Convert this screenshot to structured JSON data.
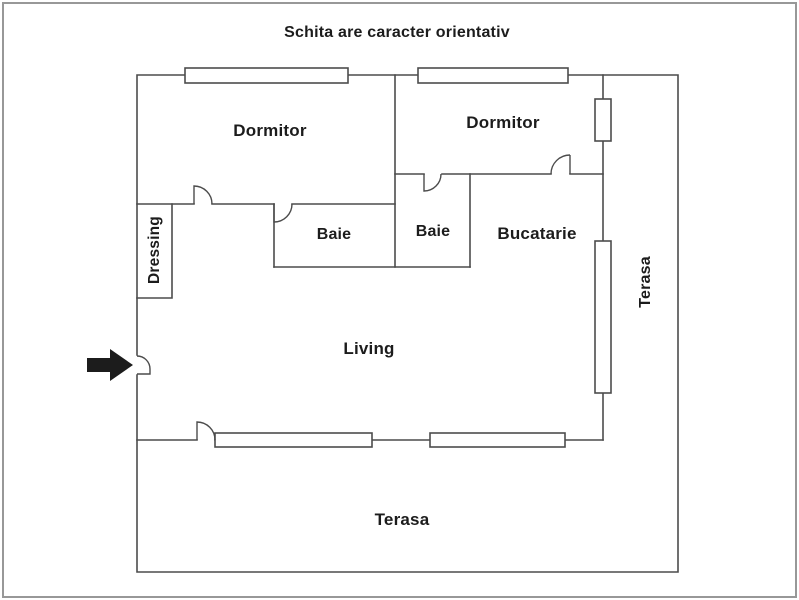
{
  "title": "Schita are caracter orientativ",
  "rooms": {
    "dormitor_left": {
      "label": "Dormitor"
    },
    "dormitor_right": {
      "label": "Dormitor"
    },
    "baie_left": {
      "label": "Baie"
    },
    "baie_right": {
      "label": "Baie"
    },
    "bucatarie": {
      "label": "Bucatarie"
    },
    "living": {
      "label": "Living"
    },
    "dressing": {
      "label": "Dressing"
    },
    "terasa_right": {
      "label": "Terasa"
    },
    "terasa_bottom": {
      "label": "Terasa"
    }
  },
  "icons": {
    "entrance_arrow": "right-arrow-icon"
  },
  "colors": {
    "wall": "#4c4c4c",
    "text": "#1c1c1c",
    "arrow": "#1c1c1c",
    "frame": "#989898",
    "background": "#ffffff"
  }
}
